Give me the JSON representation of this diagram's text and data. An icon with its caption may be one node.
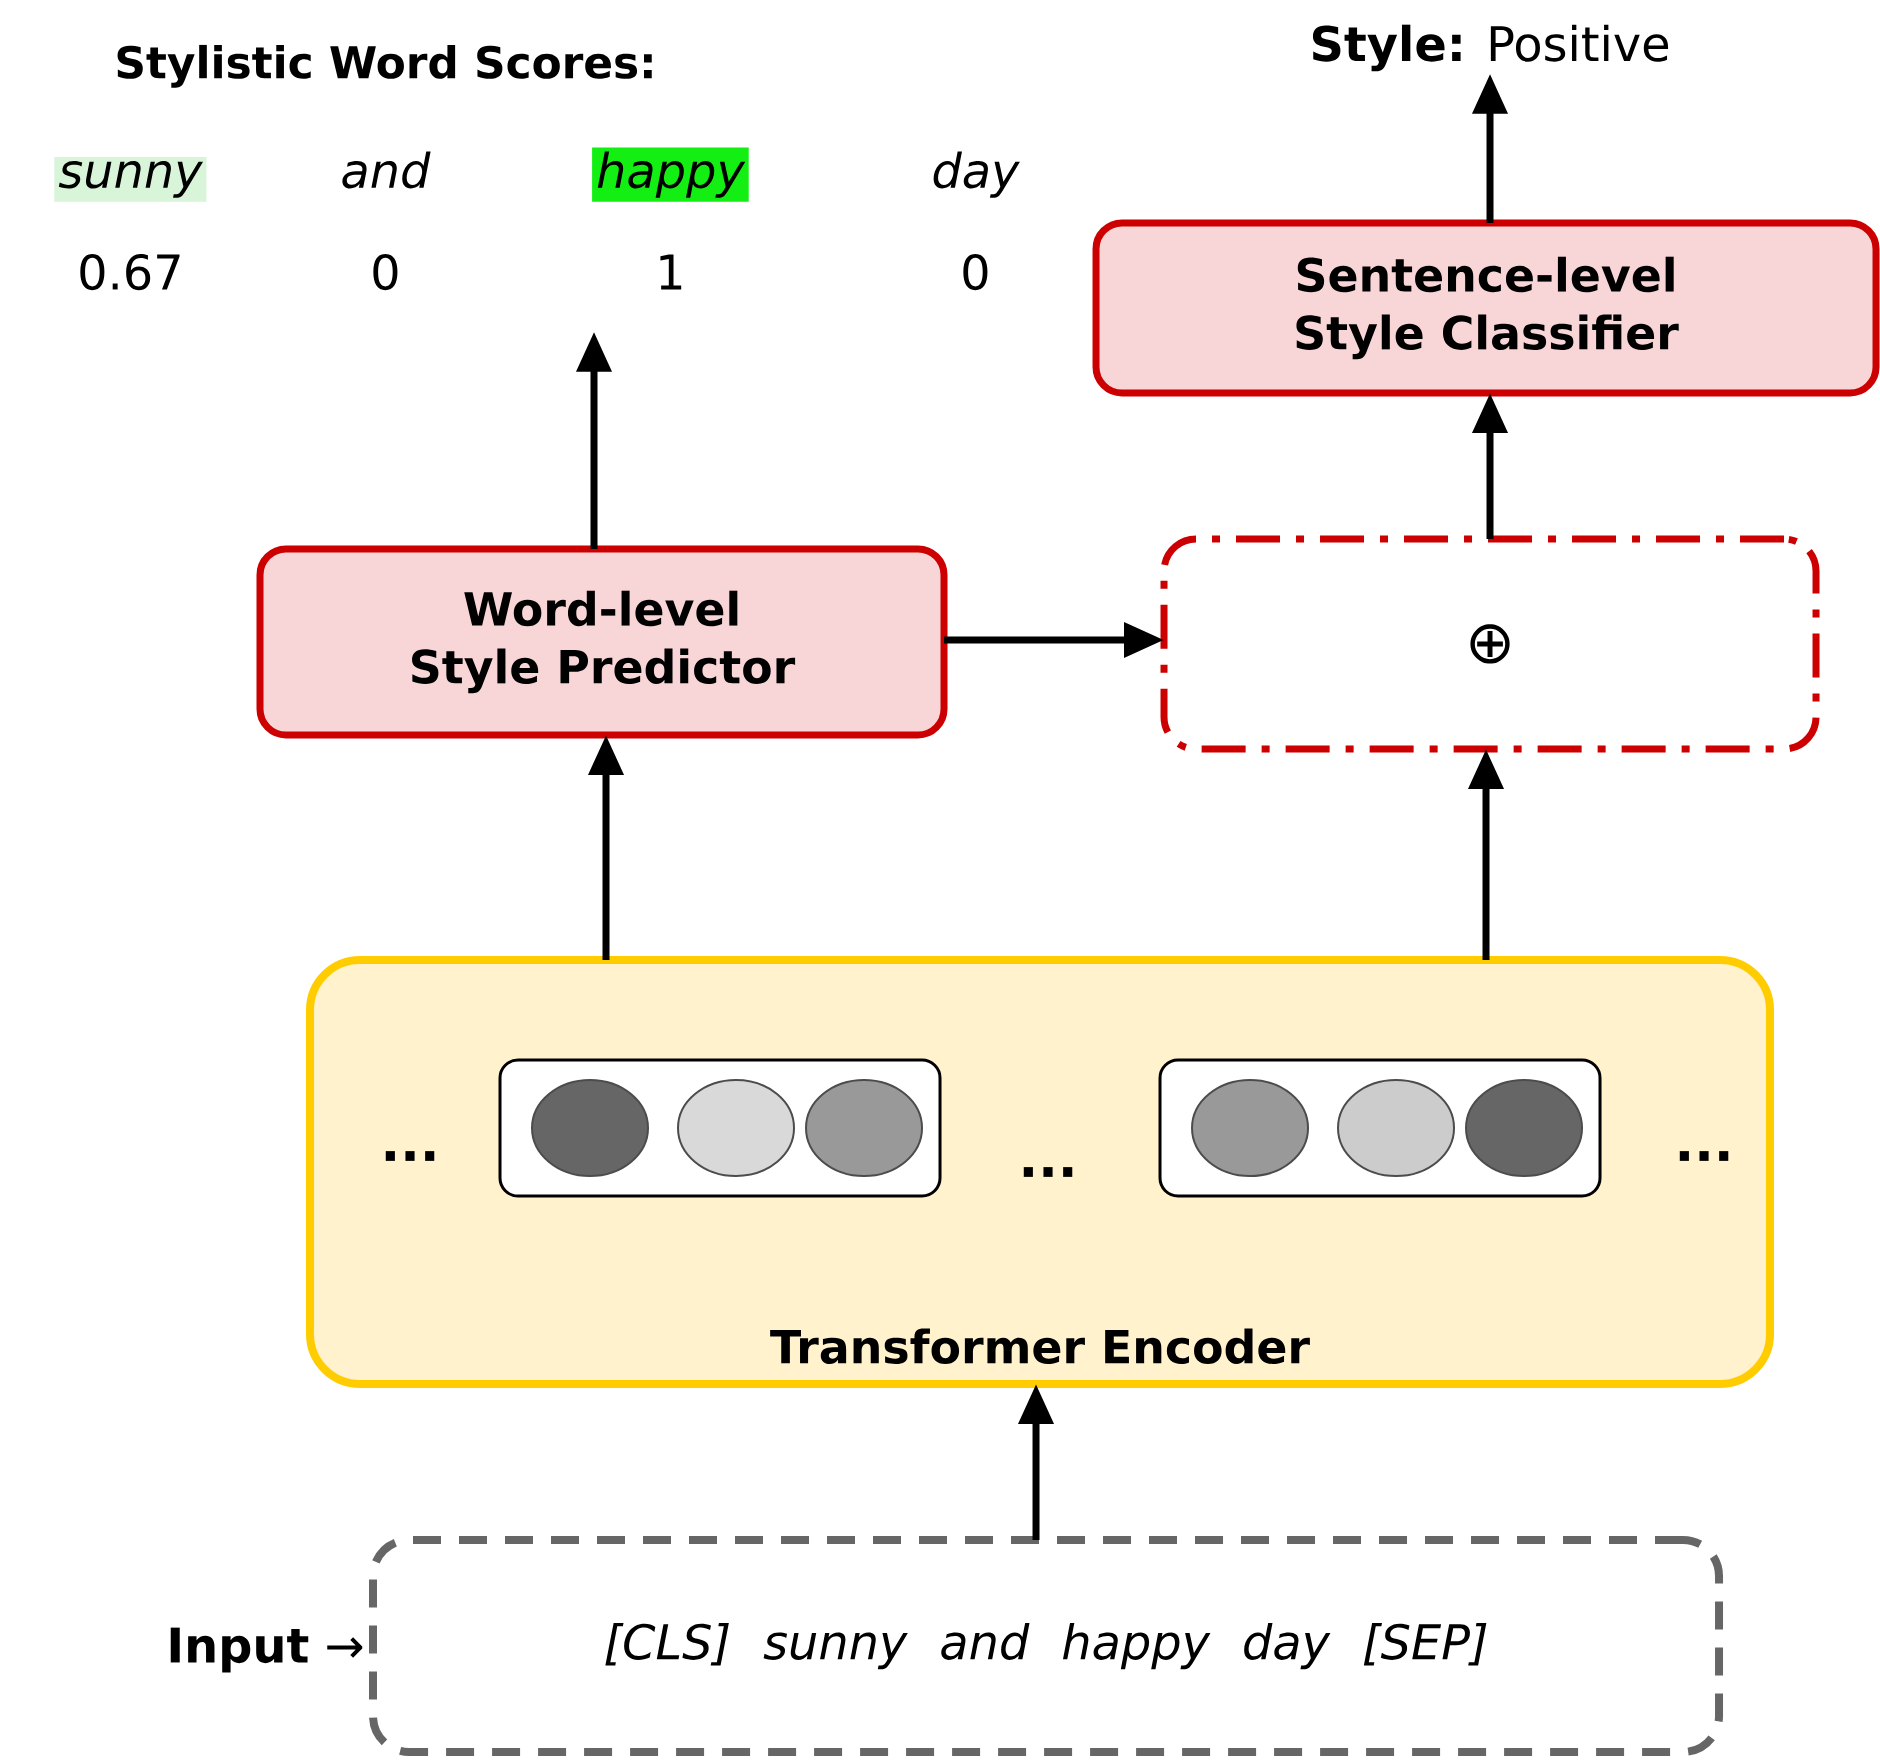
{
  "diagram": {
    "nodes": [
      {
        "text": [
          "Transformer Encoder"
        ]
      },
      {
        "text": [],
        "shape": "box",
        "in": 0
      },
      {
        "text": [],
        "shape": "box",
        "in": 0
      },
      {
        "text": [
          "Word-level Style Predictor"
        ]
      },
      {
        "text": [
          "⊕"
        ]
      },
      {
        "text": [
          "Sentence-level Style Classifier"
        ]
      },
      {
        "text": [
          "[CLS] sunny and happy day [SEP]"
        ],
        "beside": [
          "**Input** →"
        ]
      },
      {
        "text": [
          "Stylistic Word Scores:",
          "sunny",
          "and",
          "happy",
          "day",
          "0.67",
          "0",
          "1",
          "0"
        ]
      },
      {
        "text": [
          "**Style:** Positive"
        ]
      }
    ],
    "edges": [
      {
        "from": 6,
        "to": 0,
        "arrow": "to"
      },
      {
        "from": 0,
        "to": 3,
        "arrow": "to"
      },
      {
        "from": 0,
        "to": 4,
        "arrow": "to"
      },
      {
        "from": 3,
        "to": 4,
        "arrow": "to"
      },
      {
        "from": 3,
        "to": 7,
        "arrow": "to"
      },
      {
        "from": 4,
        "to": 5,
        "arrow": "to"
      },
      {
        "from": 5,
        "to": 8,
        "arrow": "to"
      }
    ],
    "labels": [
      "...",
      "...",
      "..."
    ]
  }
}
